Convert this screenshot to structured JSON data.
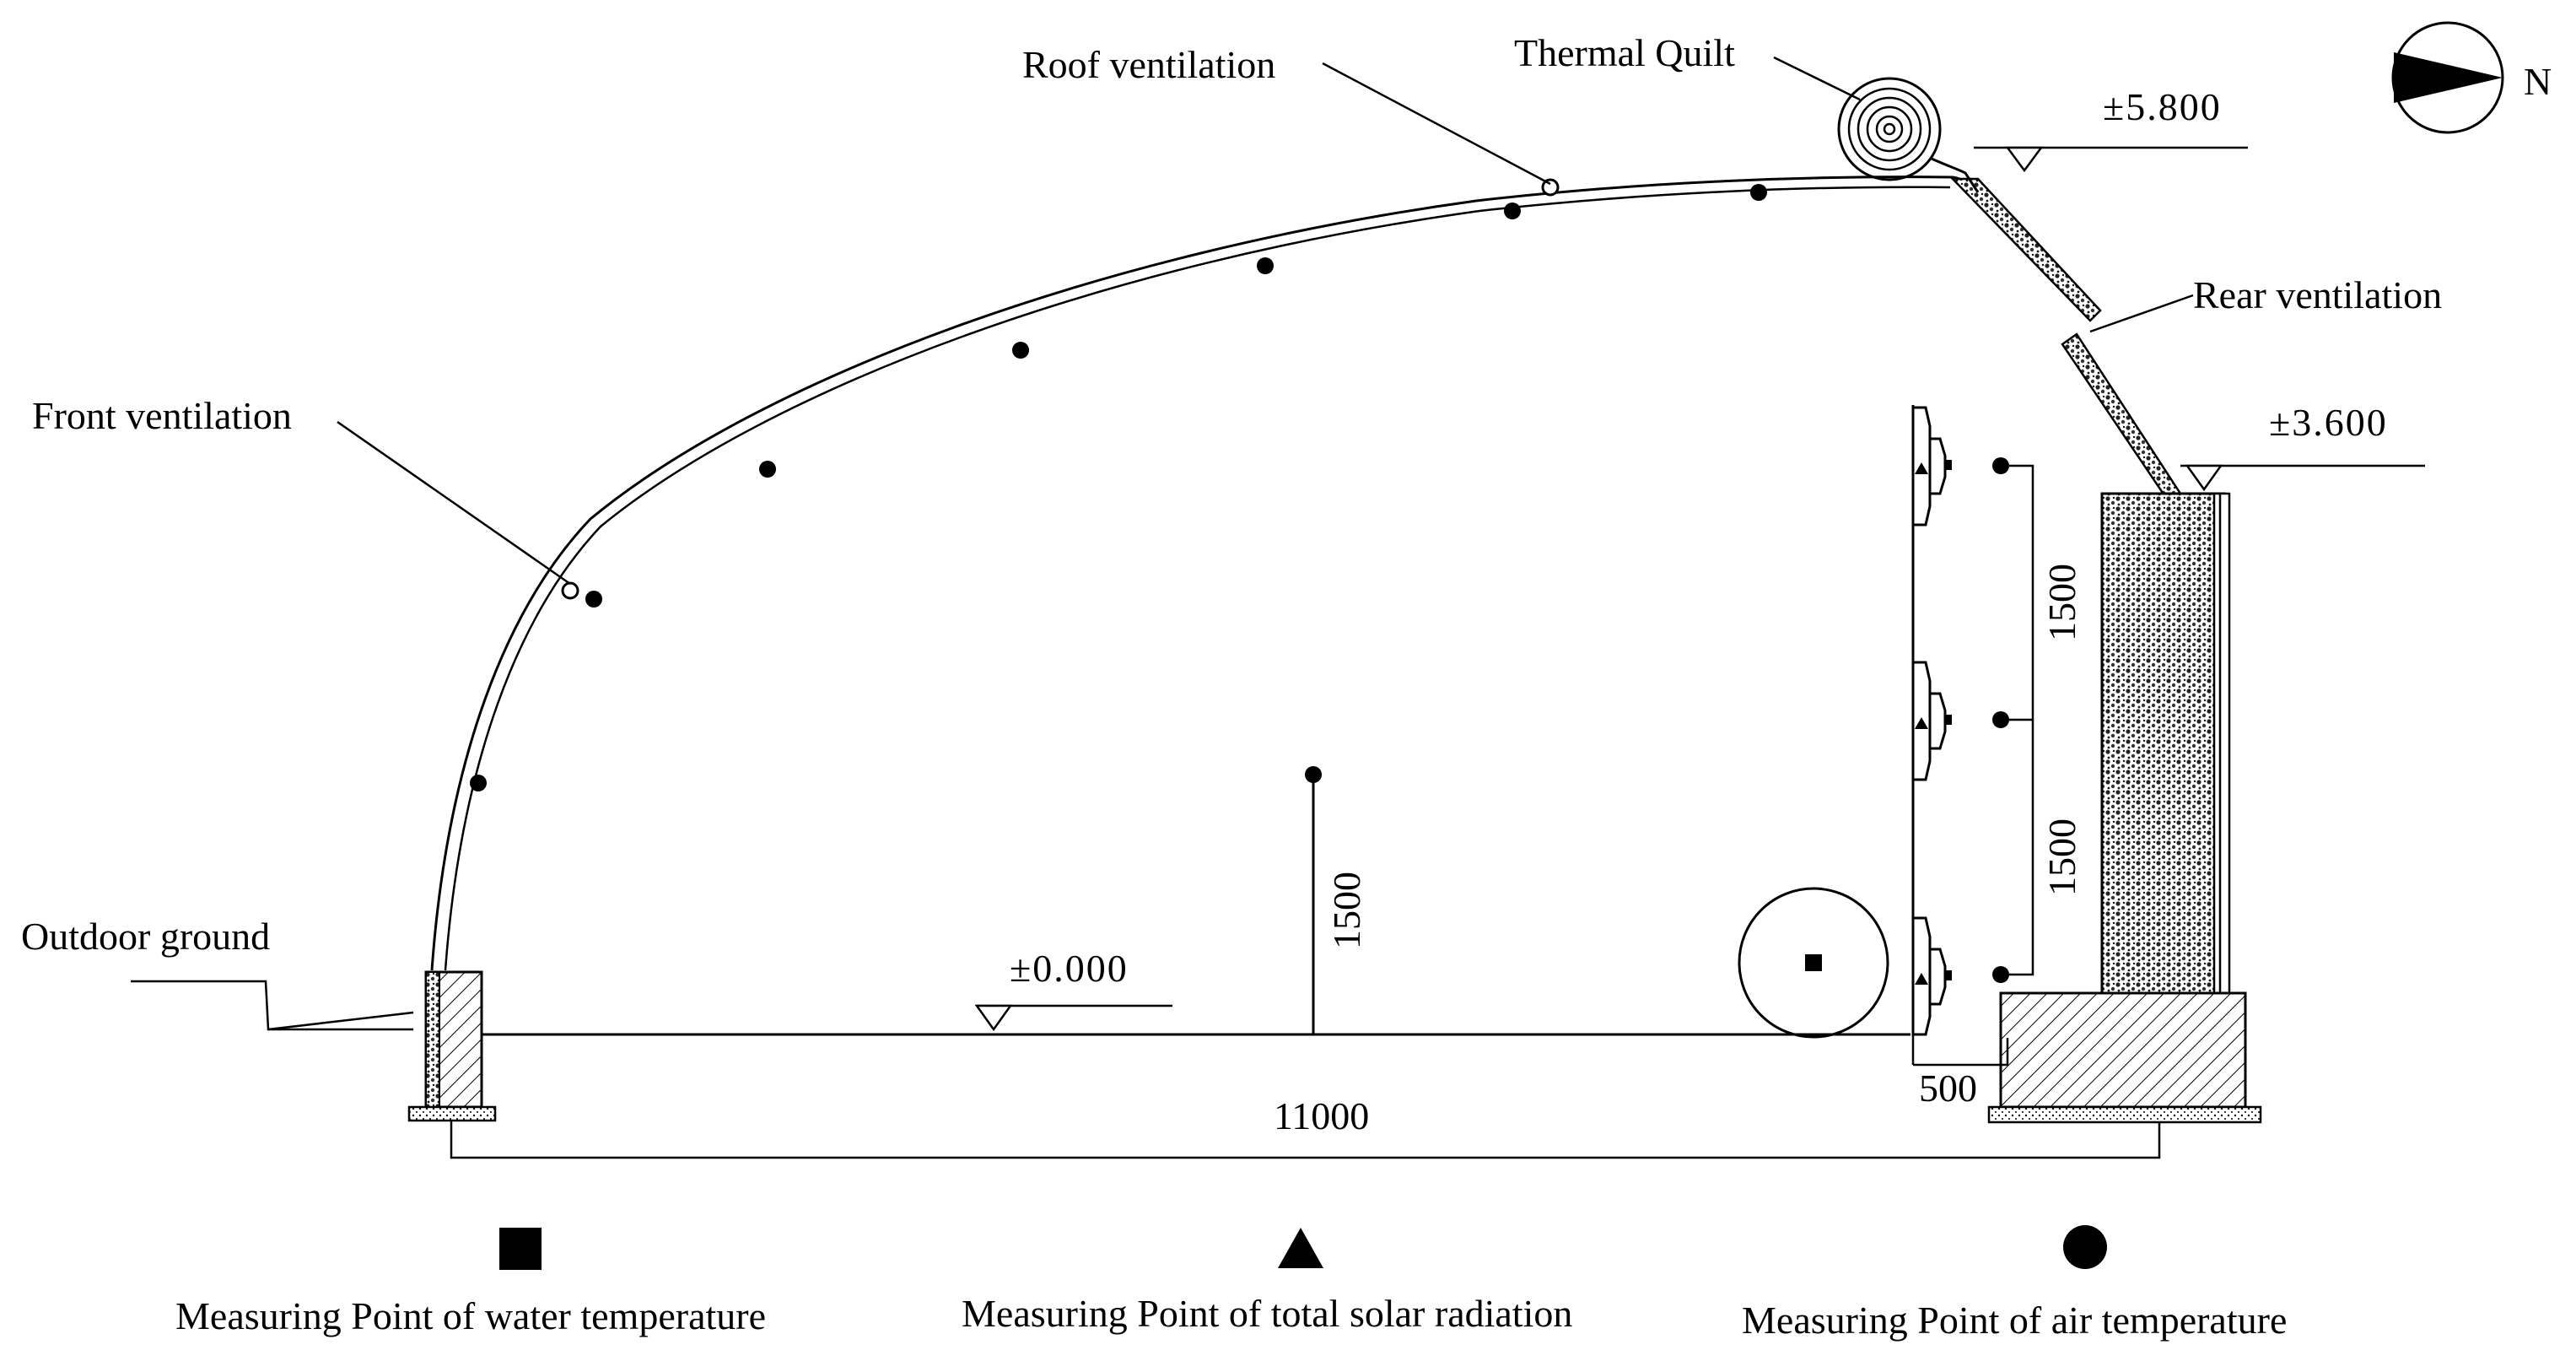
{
  "labels": {
    "roof_ventilation": "Roof ventilation",
    "thermal_quilt": "Thermal Quilt",
    "rear_ventilation": "Rear ventilation",
    "front_ventilation": "Front ventilation",
    "outdoor_ground": "Outdoor ground",
    "north": "N"
  },
  "elevations": {
    "ridge": "±5.800",
    "north_wall": "±3.600",
    "ground": "±0.000"
  },
  "dimensions": {
    "span": "11000",
    "center_height": "1500",
    "wall_upper": "1500",
    "wall_lower": "1500",
    "offset": "500"
  },
  "legend": {
    "water": "Measuring Point of water temperature",
    "solar": "Measuring Point of total solar radiation",
    "air": "Measuring Point of air temperature"
  },
  "icons": {
    "water_marker": "filled-square",
    "solar_marker": "filled-triangle",
    "air_marker": "filled-circle",
    "ventilation_marker": "open-circle",
    "compass": "north-arrow"
  }
}
